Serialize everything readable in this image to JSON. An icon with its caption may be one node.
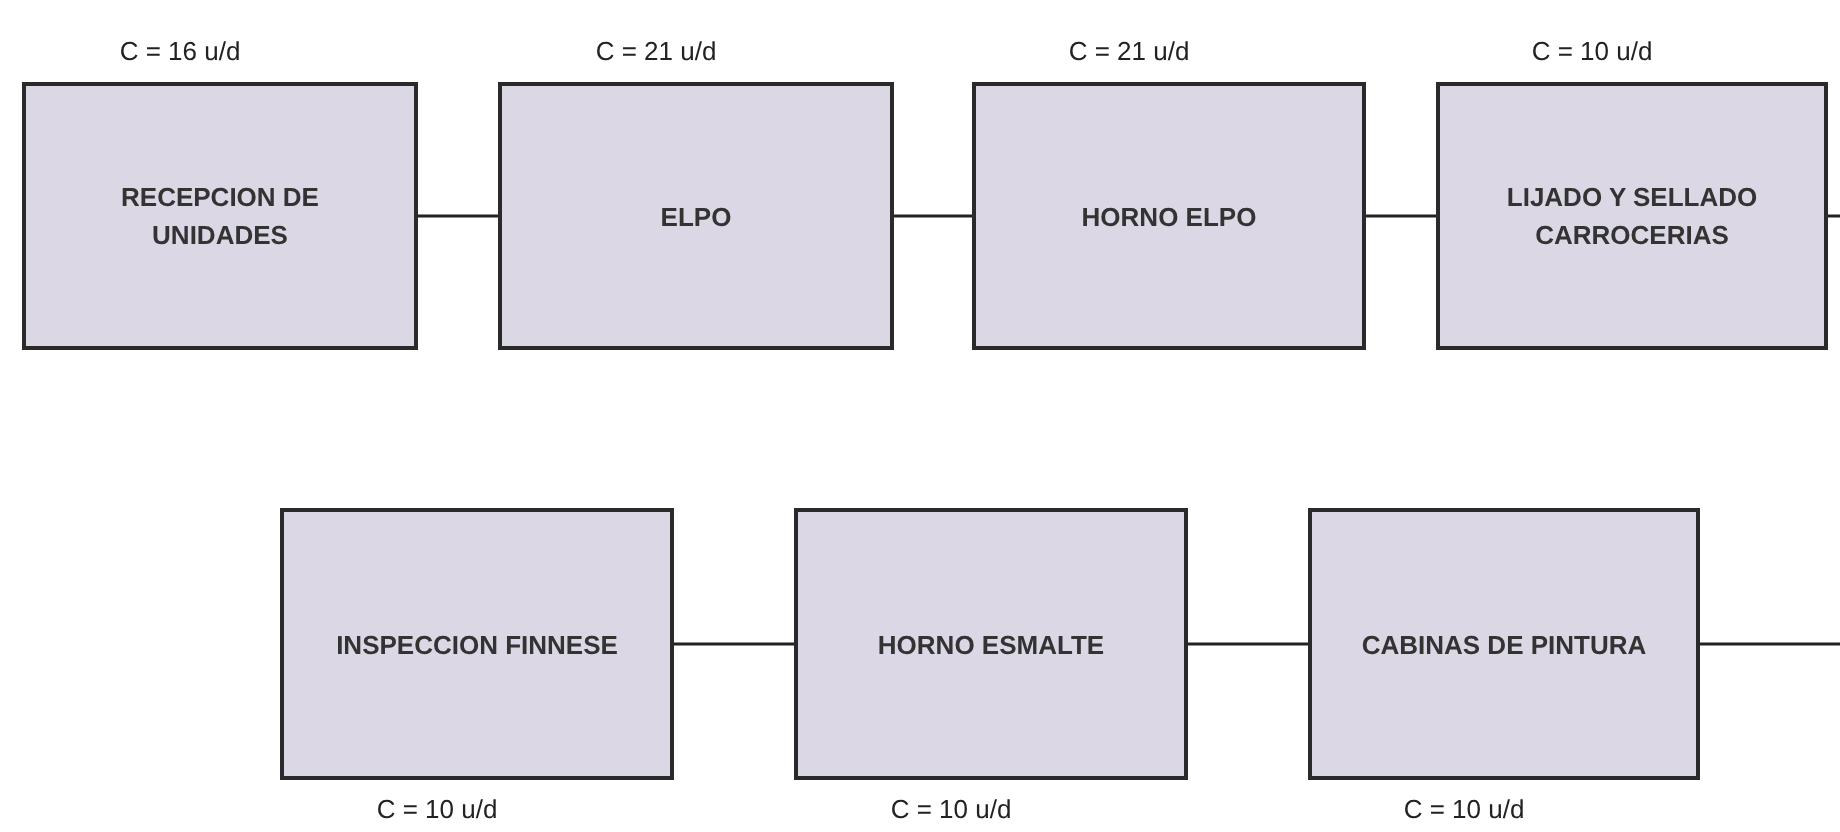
{
  "diagram": {
    "nodes": [
      {
        "text": [
          "RECEPCION DE UNIDADES"
        ],
        "beside": [
          "C = 16 u/d"
        ]
      },
      {
        "text": [
          "ELPO"
        ],
        "beside": [
          "C = 21 u/d"
        ]
      },
      {
        "text": [
          "HORNO ELPO"
        ],
        "beside": [
          "C = 21 u/d"
        ]
      },
      {
        "text": [
          "LIJADO Y SELLADO CARROCERIAS"
        ],
        "beside": [
          "C = 10 u/d"
        ]
      },
      {
        "text": [
          "INSPECCION FINNESE"
        ],
        "beside": [
          "C = 10 u/d"
        ]
      },
      {
        "text": [
          "HORNO ESMALTE"
        ],
        "beside": [
          "C = 10 u/d"
        ]
      },
      {
        "text": [
          "CABINAS DE PINTURA"
        ],
        "beside": [
          "C = 10 u/d"
        ]
      }
    ],
    "edges": [
      {
        "from": 0,
        "to": 1,
        "arrow": "none"
      },
      {
        "from": 1,
        "to": 2,
        "arrow": "none"
      },
      {
        "from": 2,
        "to": 3,
        "arrow": "none"
      },
      {
        "from": 3,
        "to": null,
        "arrow": "none"
      },
      {
        "from": 4,
        "to": 5,
        "arrow": "none"
      },
      {
        "from": 5,
        "to": 6,
        "arrow": "none"
      },
      {
        "from": 6,
        "to": null,
        "arrow": "none"
      }
    ]
  }
}
